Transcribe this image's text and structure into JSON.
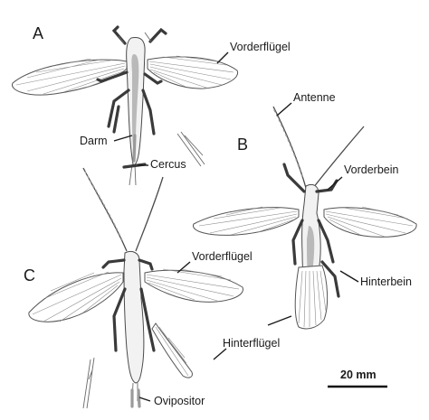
{
  "panels": {
    "a": "A",
    "b": "B",
    "c": "C"
  },
  "labels": {
    "vorderfluegel_a": "Vorderflügel",
    "darm": "Darm",
    "cercus": "Cercus",
    "antenne": "Antenne",
    "vorderbein": "Vorderbein",
    "vorderfluegel_c": "Vorderflügel",
    "hinterbein": "Hinterbein",
    "hinterfluegel": "Hinterflügel",
    "ovipositor": "Ovipositor"
  },
  "scale_bar": {
    "label": "20 mm"
  }
}
